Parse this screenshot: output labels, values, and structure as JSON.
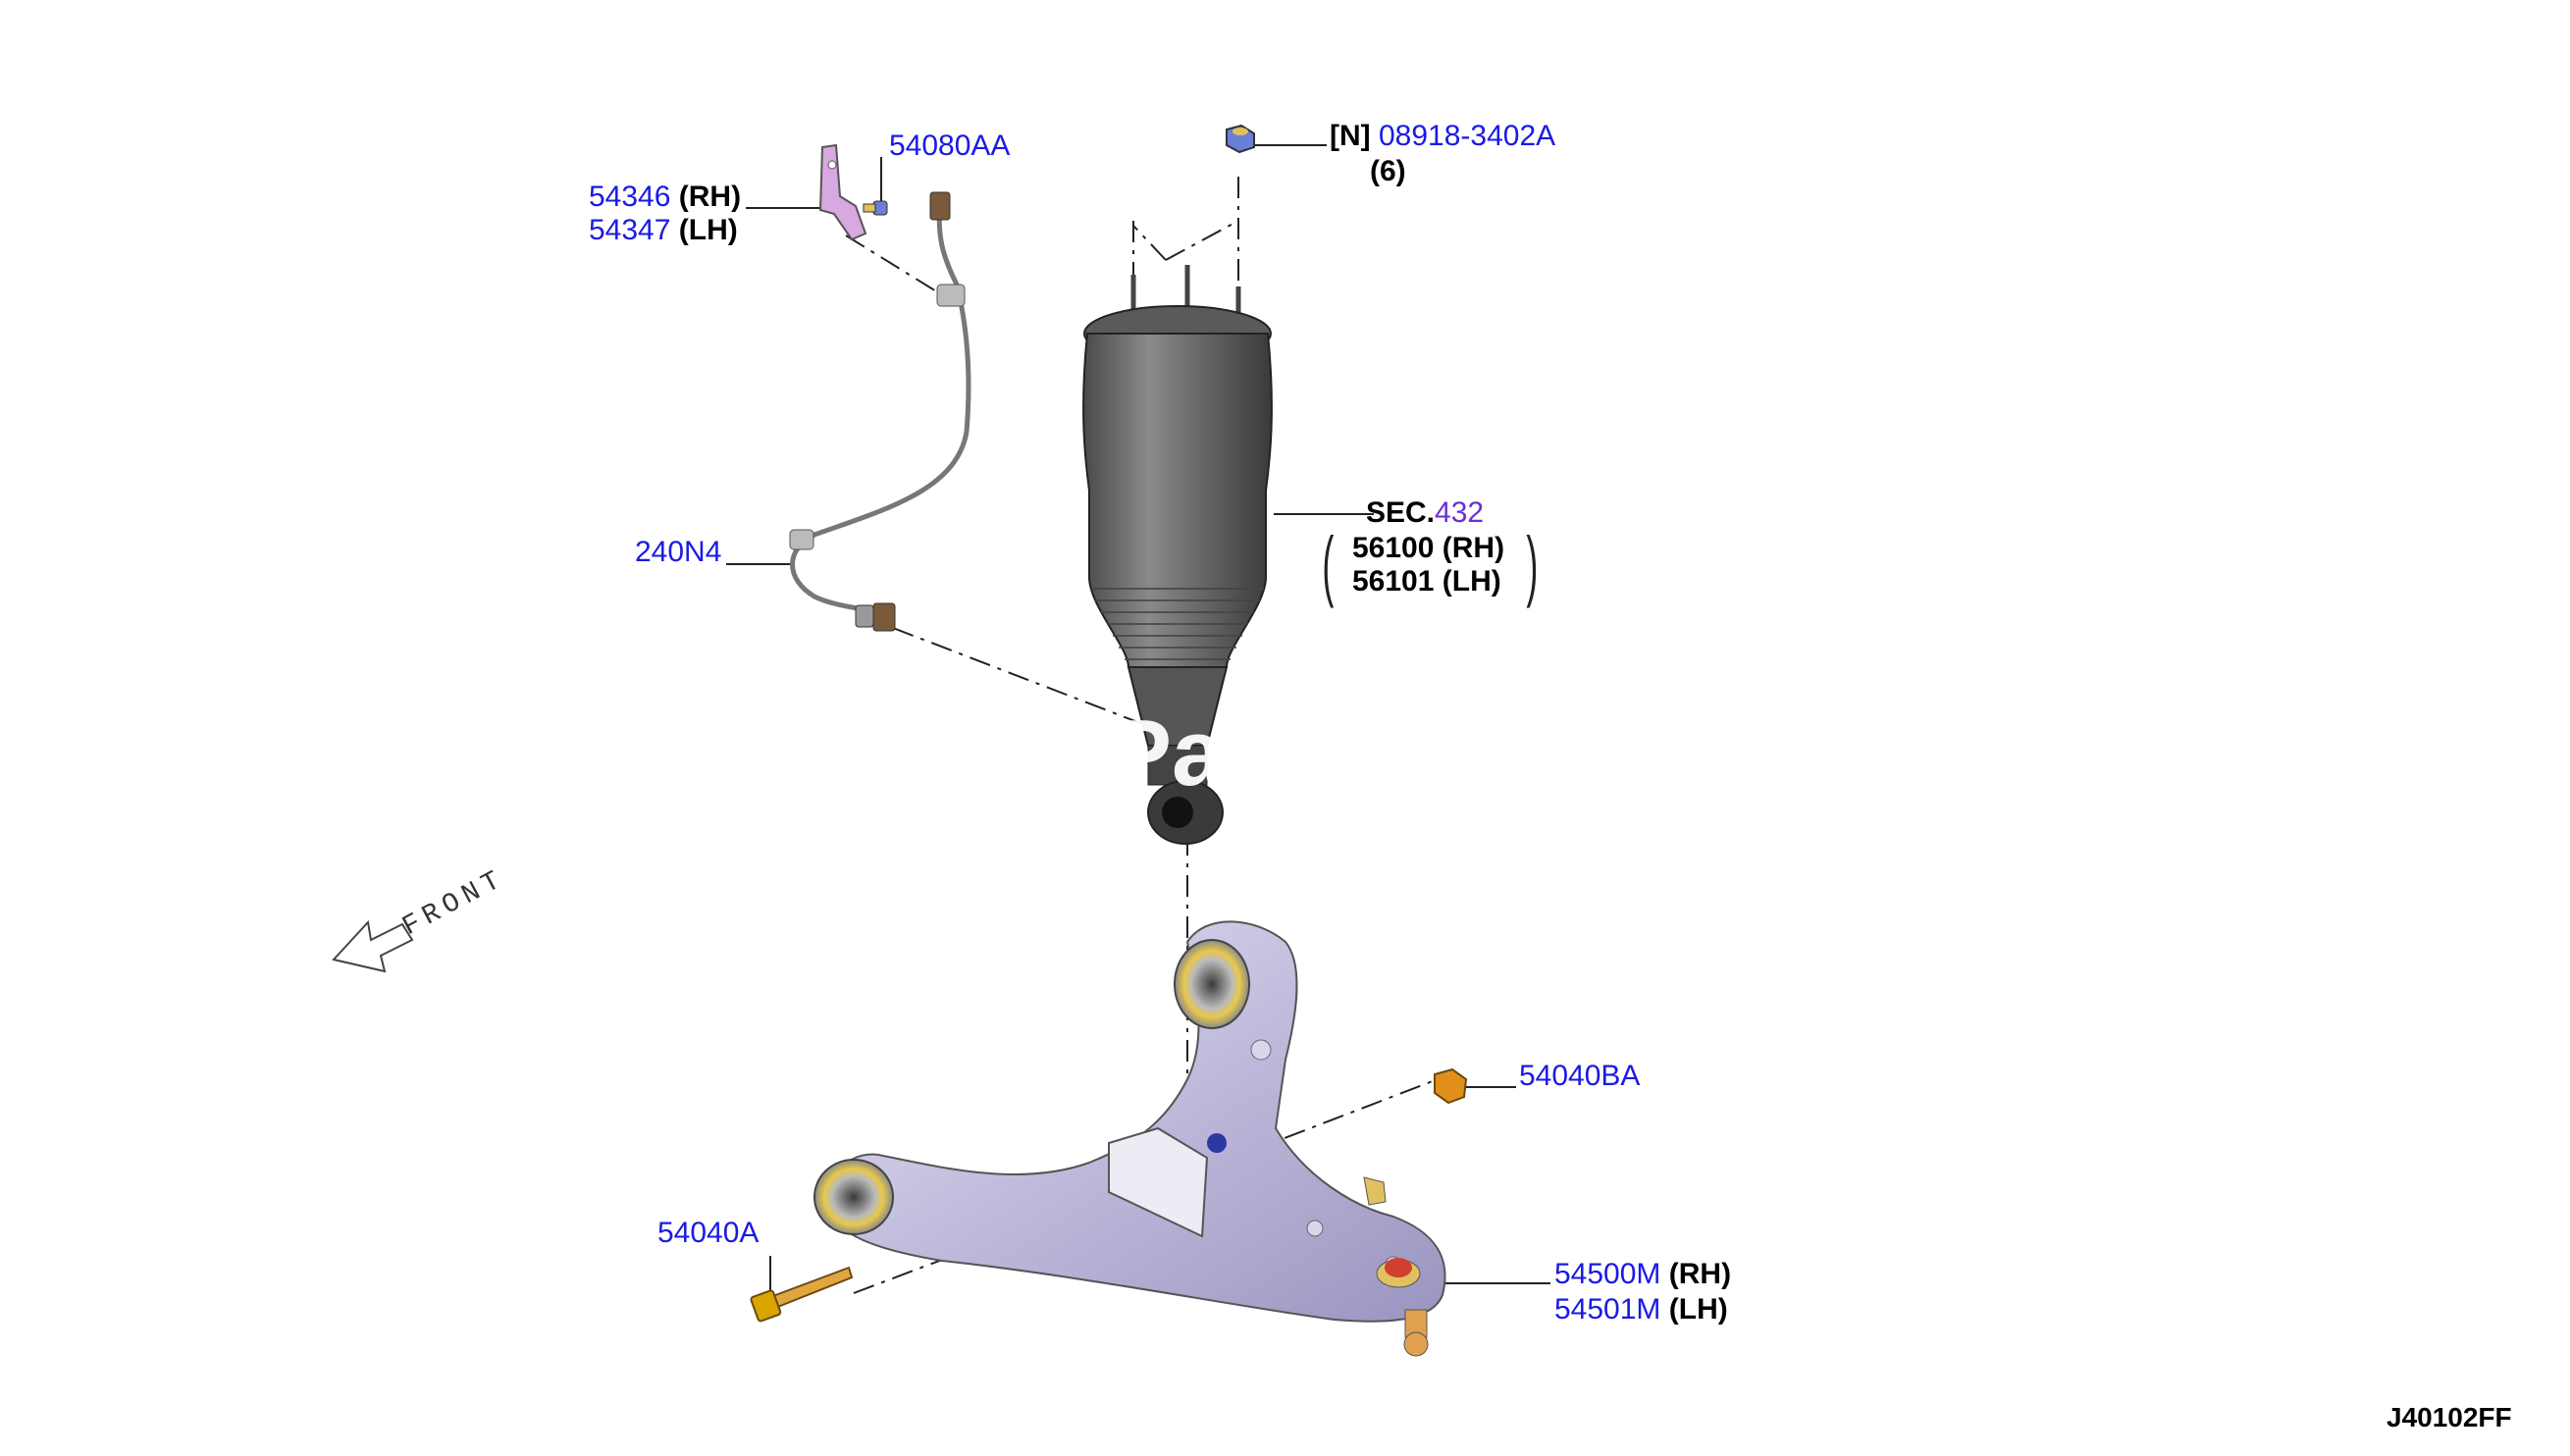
{
  "diagram_code": "J40102FF",
  "front_label": "FRONT",
  "watermark": "Par",
  "callouts": {
    "sensor_bracket": {
      "rh_part": "54346",
      "rh_side": "(RH)",
      "lh_part": "54347",
      "lh_side": "(LH)"
    },
    "bracket_bolt": {
      "part": "54080AA"
    },
    "strut_nut": {
      "prefix": "[N]",
      "part": "08918-3402A",
      "qty": "(6)"
    },
    "harness": {
      "part": "240N4"
    },
    "air_strut": {
      "sec_prefix": "SEC.",
      "sec_num": "432",
      "rh_part": "56100 (RH)",
      "lh_part": "56101 (LH)"
    },
    "arm_nut": {
      "part": "54040BA"
    },
    "arm_bolt": {
      "part": "54040A"
    },
    "lower_arm": {
      "rh_part": "54500M",
      "rh_side": "(RH)",
      "lh_part": "54501M",
      "lh_side": "(LH)"
    }
  },
  "colors": {
    "link": "#1a1ae6",
    "sec_link": "#6a2fd6",
    "strut_body": "#6f6f6f",
    "arm": "#c4c0e0",
    "bracket": "#d8a8e0",
    "fastener": "#d9a300"
  }
}
